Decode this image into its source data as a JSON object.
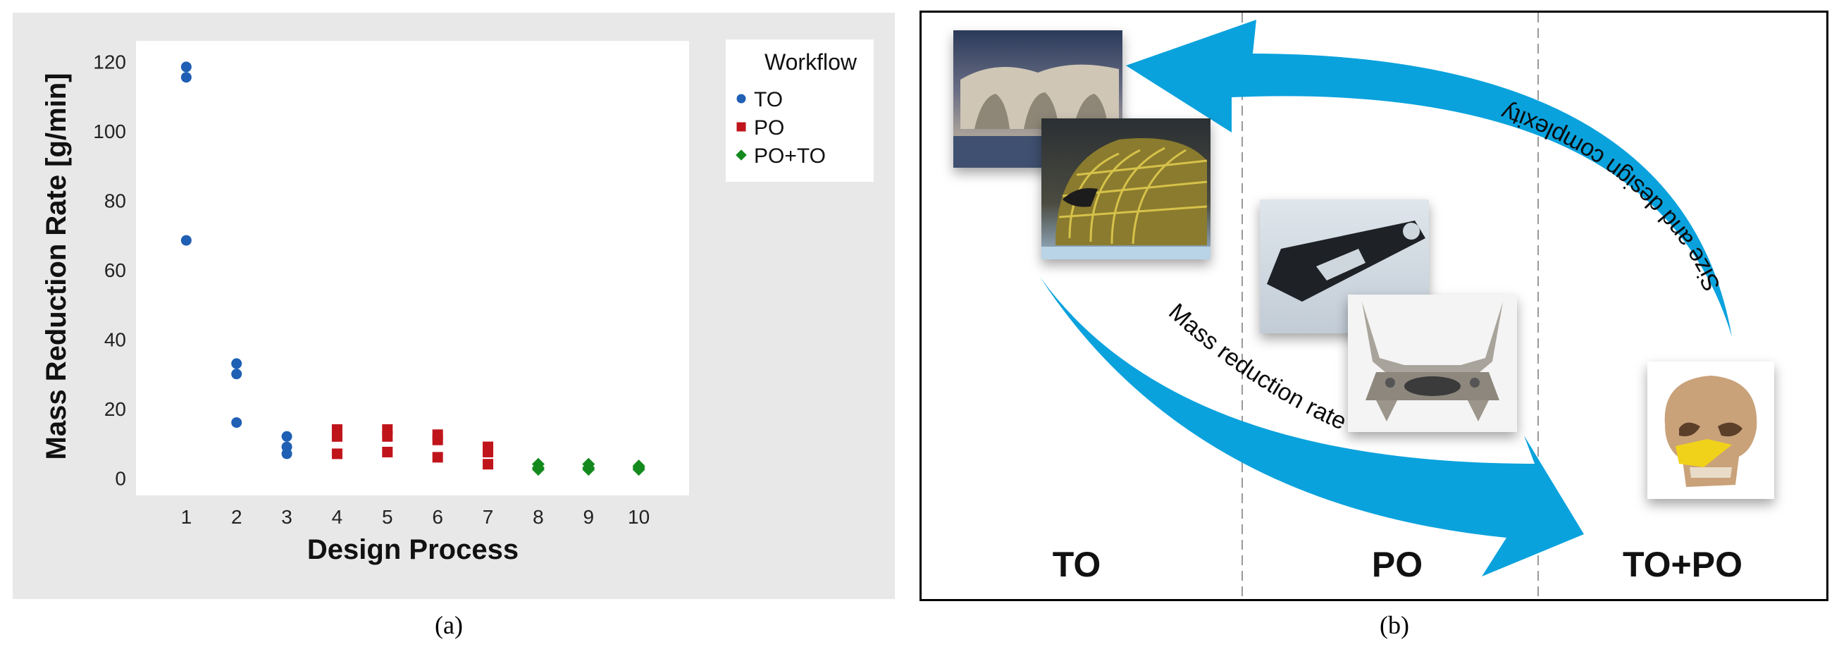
{
  "panel_a_caption": "(a)",
  "panel_b_caption": "(b)",
  "chart_data": {
    "type": "scatter",
    "xlabel": "Design Process",
    "ylabel": "Mass Reduction Rate [g/min]",
    "xlim": [
      0,
      11
    ],
    "ylim": [
      -5,
      126
    ],
    "xticks": [
      1,
      2,
      3,
      4,
      5,
      6,
      7,
      8,
      9,
      10
    ],
    "yticks": [
      0,
      20,
      40,
      60,
      80,
      100,
      120
    ],
    "grid": false,
    "legend": {
      "title": "Workflow",
      "placement": "top-right-outside"
    },
    "series": [
      {
        "name": "TO",
        "marker": "circle",
        "color": "#1f5fb4",
        "points": [
          [
            1,
            118.5
          ],
          [
            1,
            115.5
          ],
          [
            1,
            68.5
          ],
          [
            2,
            33
          ],
          [
            2,
            30
          ],
          [
            2,
            16
          ],
          [
            3,
            12
          ],
          [
            3,
            9
          ],
          [
            3,
            7
          ]
        ]
      },
      {
        "name": "PO",
        "marker": "square",
        "color": "#c0141b",
        "points": [
          [
            4,
            14
          ],
          [
            4,
            12
          ],
          [
            4,
            7
          ],
          [
            5,
            14
          ],
          [
            5,
            12
          ],
          [
            5,
            7.5
          ],
          [
            6,
            12.5
          ],
          [
            6,
            11
          ],
          [
            6,
            6
          ],
          [
            7,
            9
          ],
          [
            7,
            7.5
          ],
          [
            7,
            4
          ]
        ]
      },
      {
        "name": "PO+TO",
        "marker": "diamond",
        "color": "#148a1e",
        "points": [
          [
            8,
            4
          ],
          [
            8,
            3
          ],
          [
            8,
            2.5
          ],
          [
            9,
            4
          ],
          [
            9,
            3
          ],
          [
            9,
            2.5
          ],
          [
            10,
            3.5
          ],
          [
            10,
            3
          ],
          [
            10,
            2.5
          ]
        ]
      }
    ]
  },
  "diagram": {
    "zones": [
      "TO",
      "PO",
      "TO+PO"
    ],
    "arrow_top_label": "Size and design complexity",
    "arrow_bottom_label": "Mass reduction rate",
    "arrow_color": "#0aa2dd"
  },
  "photos": [
    {
      "name": "architecture-photo-icon"
    },
    {
      "name": "aircraft-fuselage-photo-icon"
    },
    {
      "name": "bracket-part-photo-icon"
    },
    {
      "name": "metal-mount-photo-icon"
    },
    {
      "name": "skull-implant-photo-icon"
    }
  ]
}
